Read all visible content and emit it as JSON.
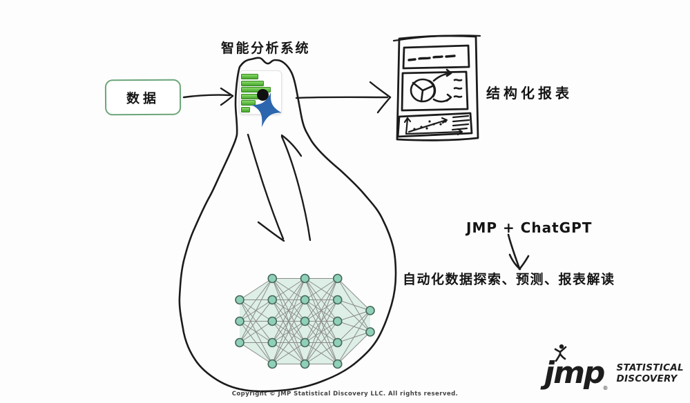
{
  "page": {
    "background": "#fdfdfd",
    "ink_color": "#1b1b1b"
  },
  "flow": {
    "input_label": "数据",
    "system_title": "智能分析系统",
    "output_label": "结构化报表",
    "tech_label": "JMP + ChatGPT",
    "benefit_label": "自动化数据探索、预测、报表解读"
  },
  "icons": {
    "app_icon": "jmp-app-icon",
    "report_sketch": "structured-report-sketch",
    "person_icon": "jmp-jumping-person-icon"
  },
  "neural_network": {
    "layers": [
      3,
      5,
      5,
      5,
      2
    ],
    "node_fill": "#8fd0b8",
    "node_stroke": "#47665a",
    "edge_color": "#8b8b8b",
    "hull_fill": "rgba(168,216,192,0.38)"
  },
  "colors": {
    "input_box_border": "#6aa578",
    "icon_bar_green": "#5cb83d",
    "icon_star_blue": "#2c66ae",
    "logo_black": "#1d1d1d"
  },
  "branding": {
    "logo_text": "jmp",
    "registered_mark": "®",
    "tagline_line1": "STATISTICAL",
    "tagline_line2": "DISCOVERY"
  },
  "footer": {
    "copyright": "Copyright © JMP Statistical Discovery LLC. All rights reserved."
  }
}
